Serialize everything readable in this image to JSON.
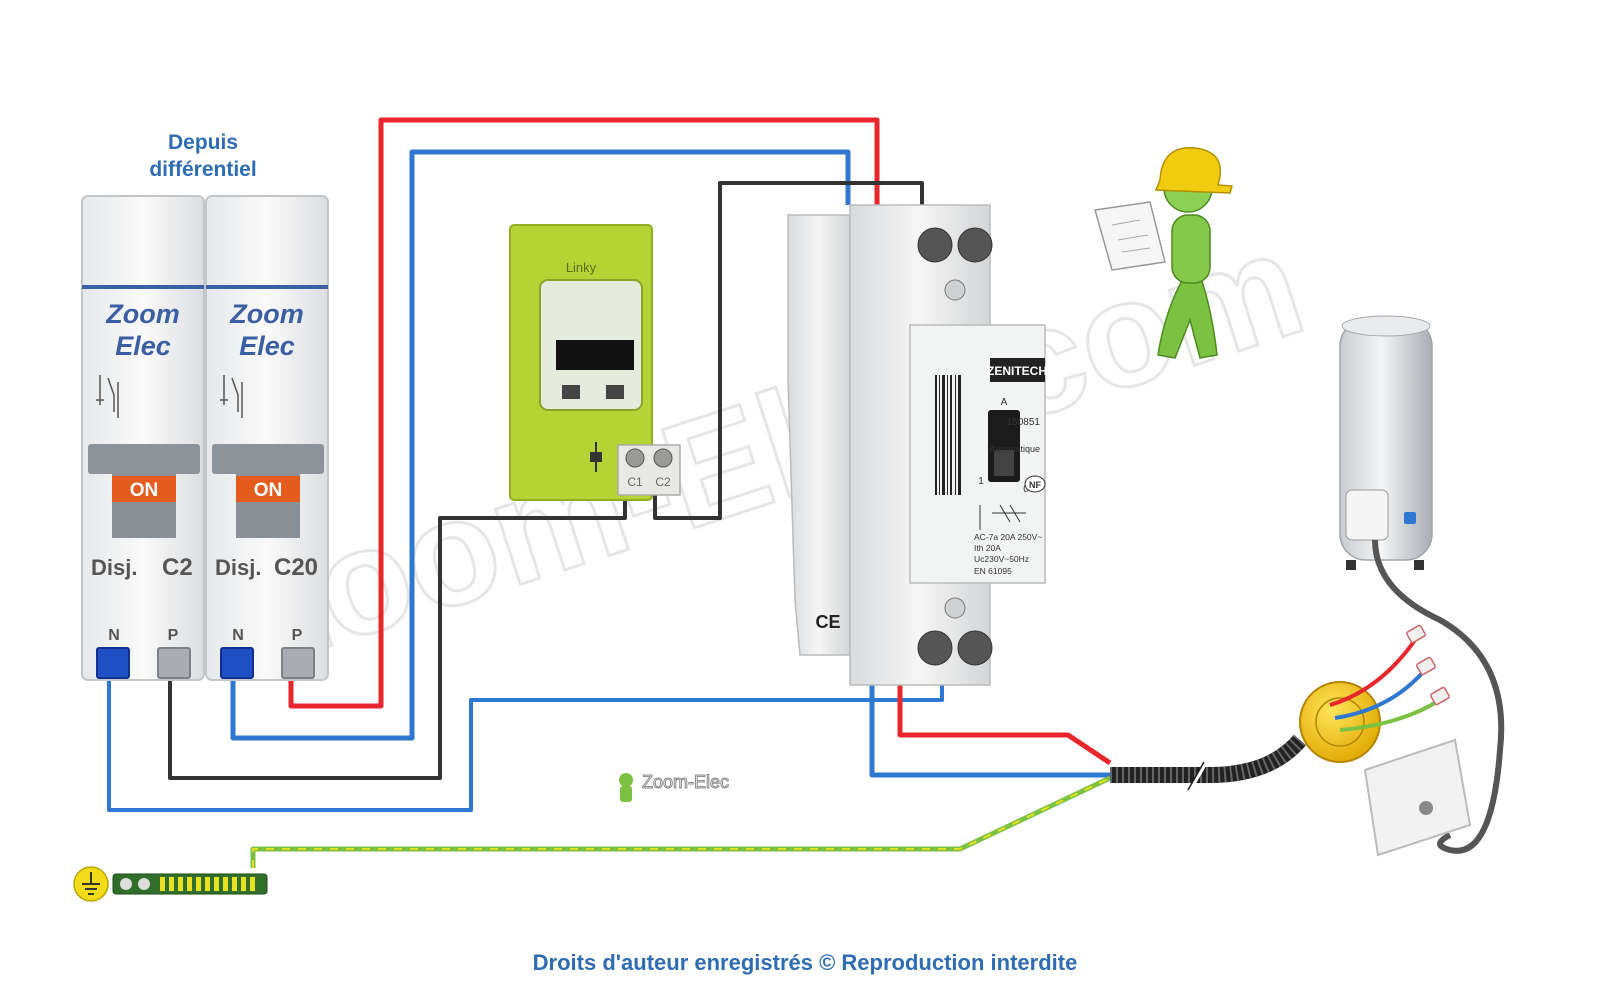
{
  "header": {
    "source_line1": "Depuis",
    "source_line2": "différentiel"
  },
  "breakers": [
    {
      "brand_line1": "Zoom",
      "brand_line2": "Elec",
      "state": "ON",
      "label": "Disj.",
      "rating": "C2",
      "terminal_n": "N",
      "terminal_p": "P"
    },
    {
      "brand_line1": "Zoom",
      "brand_line2": "Elec",
      "state": "ON",
      "label": "Disj.",
      "rating": "C20",
      "terminal_n": "N",
      "terminal_p": "P"
    }
  ],
  "meter": {
    "brand": "Linky",
    "contact_1": "C1",
    "contact_2": "C2"
  },
  "contactor": {
    "brand": "ZENITECH",
    "model_code": "150851",
    "mode": "Automatique",
    "rating_line1": "AC-7a  20A 250V~",
    "rating_line2": "Ith 20A",
    "rating_line3": "Uc230V~50Hz",
    "standard": "EN 61095",
    "auto_mark": "A",
    "pos_1": "1",
    "pos_0": "0",
    "cert": "NF",
    "ce": "CE"
  },
  "watermark": {
    "large": "Zoom-Elec.com",
    "small": "Zoom-Elec"
  },
  "footer": {
    "copyright": "Droits d'auteur enregistrés © Reproduction interdite"
  },
  "colors": {
    "phase": "#e8262b",
    "neutral": "#2f78d2",
    "control": "#333333",
    "earth_green": "#7cc242",
    "earth_yellow": "#e9e021",
    "title_blue": "#2e6db4",
    "meter_green": "#b5d334",
    "breaker_on": "#e35c1e"
  }
}
